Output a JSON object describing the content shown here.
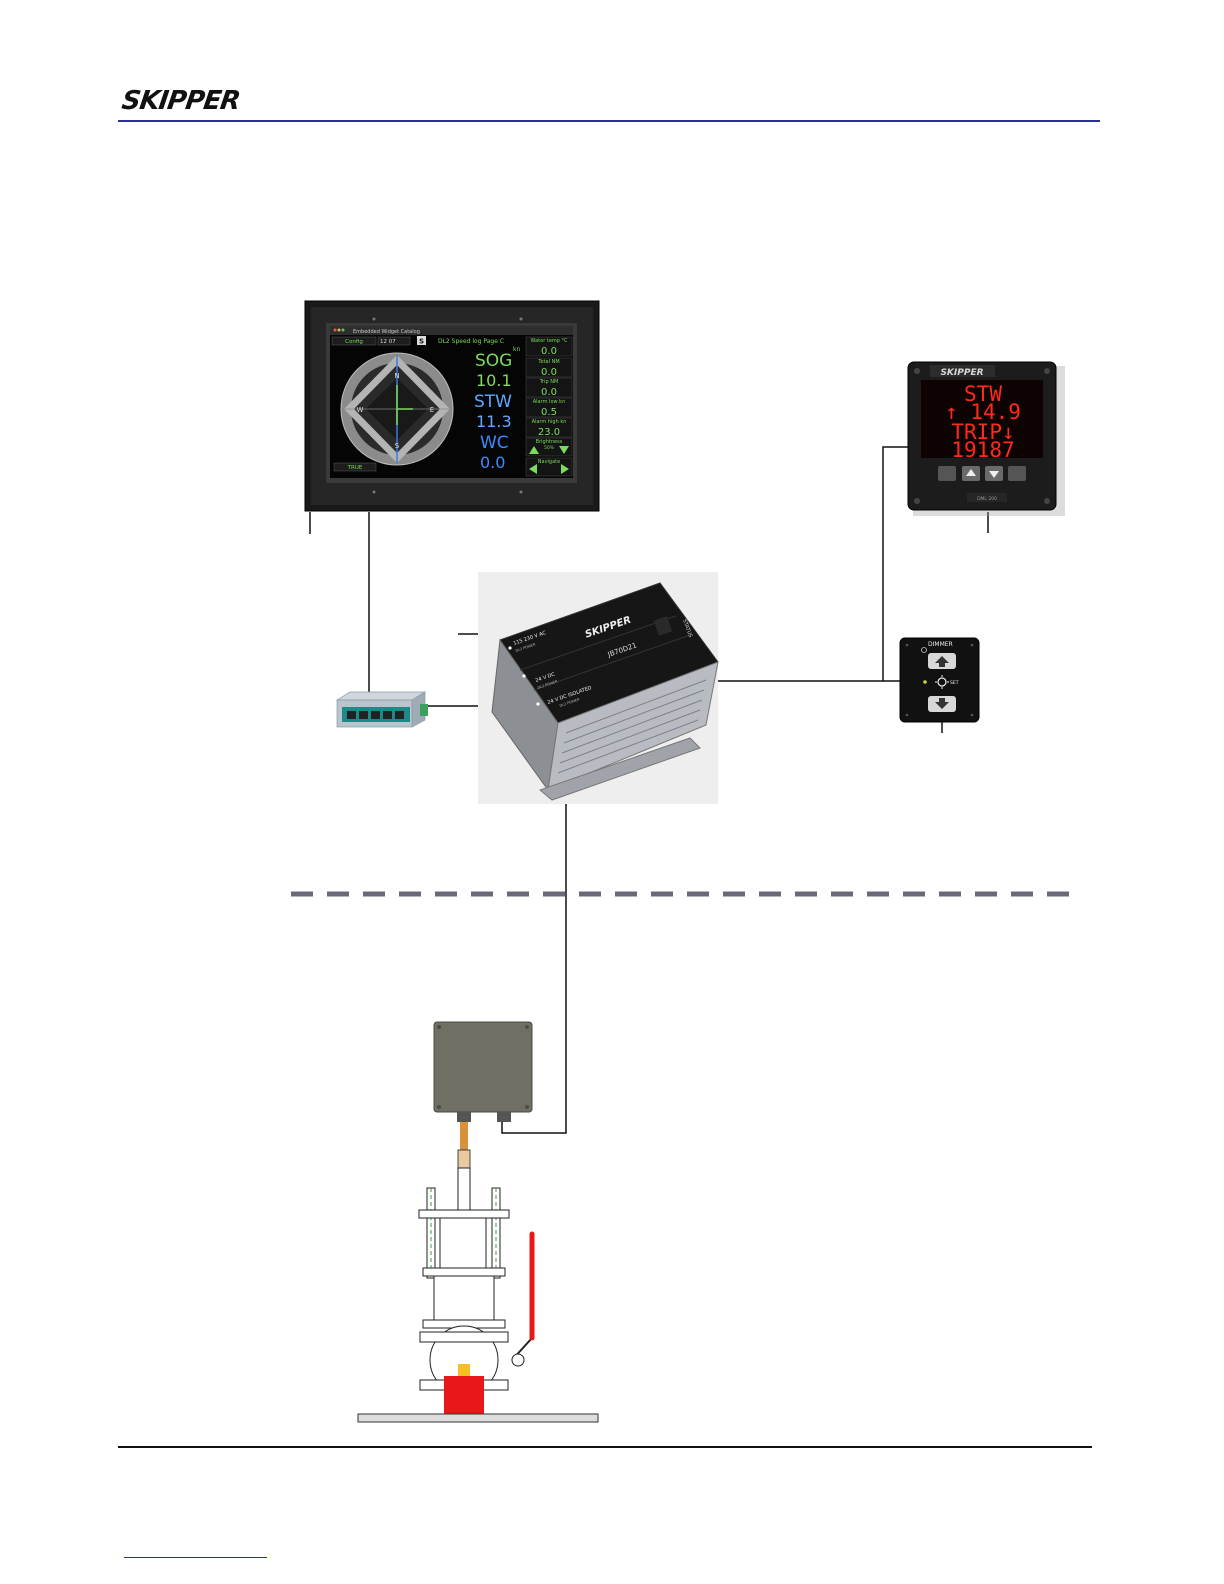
{
  "header": {
    "logo_text": "SKIPPER"
  },
  "display": {
    "window_title": "Embedded Widget Catalog",
    "config_button": "Config",
    "time": "12 07",
    "page_title": "DL2 Speed log Page C",
    "mode_label": "TRUE",
    "unit": "kn",
    "sog_label": "SOG",
    "sog_value": "10.1",
    "stw_label": "STW",
    "stw_value": "11.3",
    "wc_label": "WC",
    "wc_value": "0.0",
    "panels": [
      {
        "label": "Water temp °C",
        "value": "0.0"
      },
      {
        "label": "Total NM",
        "value": "0.0"
      },
      {
        "label": "Trip NM",
        "value": "0.0"
      },
      {
        "label": "Alarm low kn",
        "value": "0.5"
      },
      {
        "label": "Alarm high kn",
        "value": "23.0"
      }
    ],
    "brightness_label": "Brightness",
    "brightness_value": "50%",
    "navigate_label": "Navigate"
  },
  "repeater": {
    "brand": "SKIPPER",
    "line1": "STW",
    "line2": "↑ 14.9",
    "line3": "TRIP↓",
    "line4": "19187",
    "model": "DML 200"
  },
  "dimmer": {
    "title": "DIMMER",
    "set_label": "SET"
  },
  "unit_box": {
    "brand": "SKIPPER",
    "model": "JB70D21",
    "status_label": "STATUS",
    "row1": "115 230 V AC",
    "row1_sub": "DL2 POWER",
    "row2": "24 V DC",
    "row2_sub": "DL2 POWER",
    "row3": "24 V DC ISOLATED",
    "row3_sub": "DL2 POWER"
  },
  "colors": {
    "header_rule": "#2a2fa0",
    "display_green": "#7cdc5c",
    "display_blue": "#5fa8ff",
    "led_red": "#ff2a1a",
    "valve_red": "#e81818"
  }
}
